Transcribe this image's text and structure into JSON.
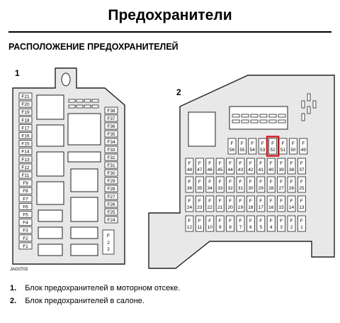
{
  "header": {
    "title": "Предохранители"
  },
  "section": {
    "title": "РАСПОЛОЖЕНИЕ ПРЕДОХРАНИТЕЛЕЙ"
  },
  "figure": {
    "label_1": "1",
    "label_2": "2",
    "code": "JAG0703",
    "engine_left": [
      "F21",
      "F20",
      "F19",
      "F18",
      "F17",
      "F16",
      "F15",
      "F14",
      "F13",
      "F12",
      "F11",
      "F9",
      "F8",
      "F7",
      "F6",
      "F5",
      "F4",
      "F3",
      "F2",
      "F1"
    ],
    "engine_right": [
      "F38",
      "F37",
      "F36",
      "F35",
      "F34",
      "F33",
      "F32",
      "F31",
      "F30",
      "F29",
      "F28",
      "F27",
      "F26",
      "F25",
      "F24"
    ],
    "engine_f22": "F22",
    "cabin_rows": [
      [
        "56",
        "55",
        "54",
        "53",
        "52",
        "51",
        "50",
        "49"
      ],
      [
        "48",
        "47",
        "46",
        "45",
        "44",
        "43",
        "42",
        "41",
        "40",
        "39",
        "38",
        "37"
      ],
      [
        "36",
        "35",
        "34",
        "33",
        "32",
        "31",
        "30",
        "29",
        "28",
        "27",
        "26",
        "25"
      ],
      [
        "24",
        "23",
        "22",
        "21",
        "20",
        "19",
        "18",
        "17",
        "16",
        "15",
        "14",
        "13"
      ],
      [
        "12",
        "11",
        "10",
        "9",
        "8",
        "7",
        "6",
        "5",
        "4",
        "3",
        "2",
        "1"
      ]
    ],
    "cabin_prefix": "F",
    "highlight": "52",
    "highlight_color": "#d0181c"
  },
  "captions": [
    {
      "num": "1.",
      "text": "Блок предохранителей в моторном отсеке."
    },
    {
      "num": "2.",
      "text": "Блок предохранителей в салоне."
    }
  ]
}
